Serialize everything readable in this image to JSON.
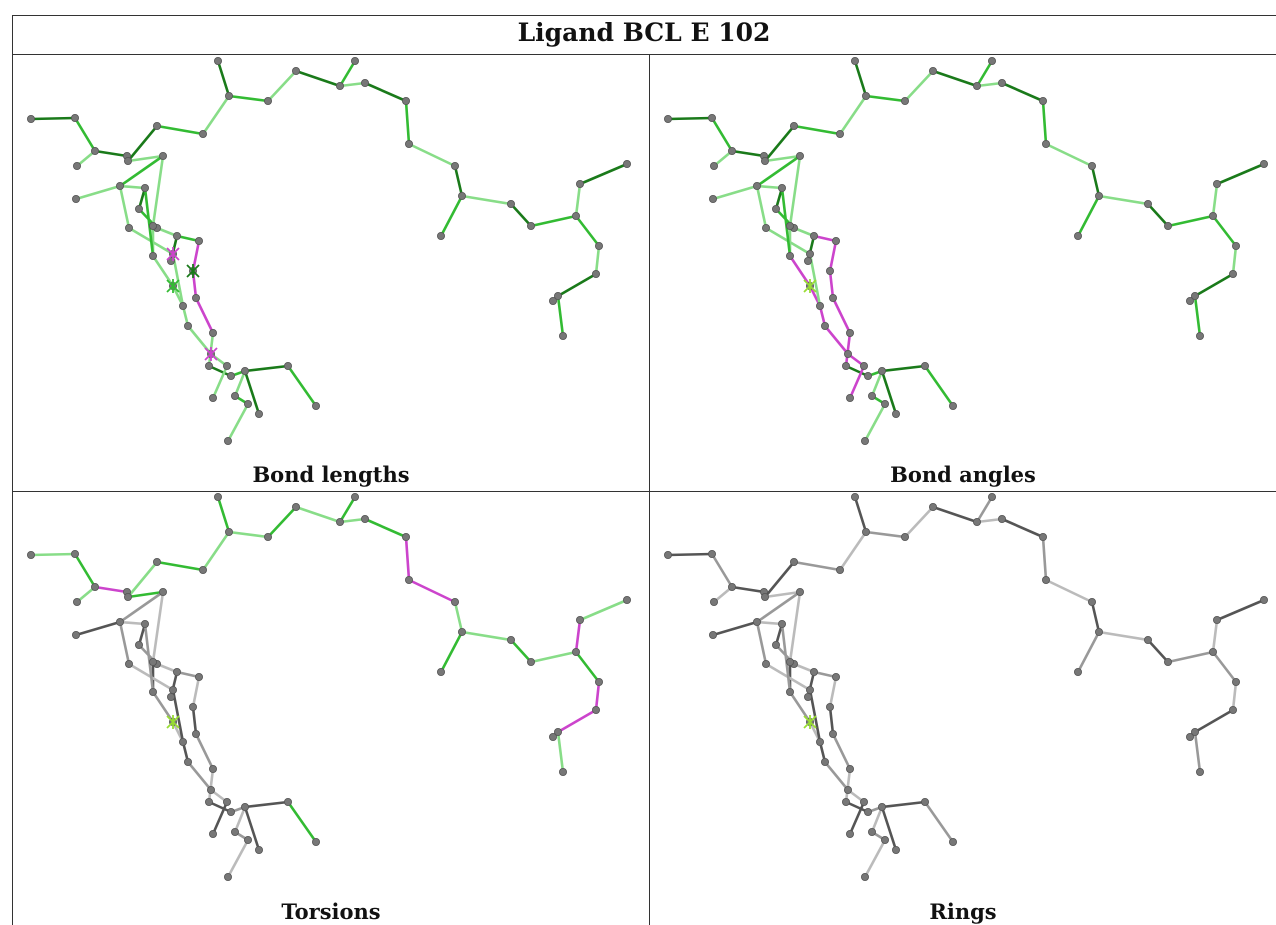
{
  "title": "Ligand BCL E 102",
  "panels": [
    {
      "caption": "Bond lengths",
      "mode": "lengths"
    },
    {
      "caption": "Bond angles",
      "mode": "angles"
    },
    {
      "caption": "Torsions",
      "mode": "torsions"
    },
    {
      "caption": "Rings",
      "mode": "rings"
    }
  ],
  "colors": {
    "good_bond": "#33bb33",
    "light_bond": "#88dd88",
    "dark_bond": "#1a7a1a",
    "outlier": "#cc44cc",
    "neutral": "#999999",
    "neutral_light": "#bbbbbb",
    "neutral_dark": "#555555",
    "atom": "#777777",
    "marker": "#99dd33"
  }
}
